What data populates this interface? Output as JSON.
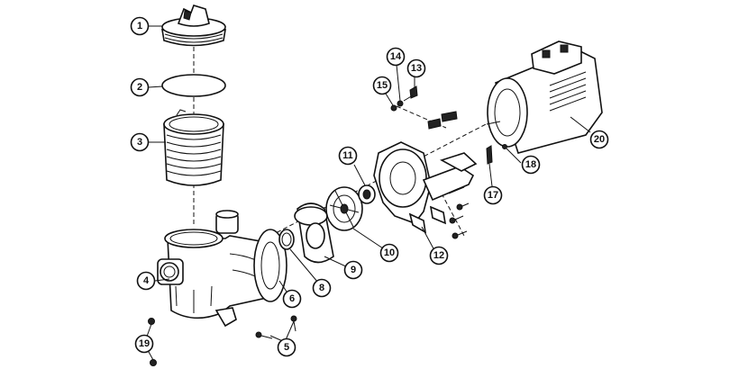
{
  "callouts": {
    "c1": "1",
    "c2": "2",
    "c3": "3",
    "c4": "4",
    "c5": "5",
    "c6": "6",
    "c8": "8",
    "c9": "9",
    "c10": "10",
    "c11": "11",
    "c12": "12",
    "c13": "13",
    "c14": "14",
    "c15": "15",
    "c17": "17",
    "c18": "18",
    "c19": "19",
    "c20": "20"
  }
}
